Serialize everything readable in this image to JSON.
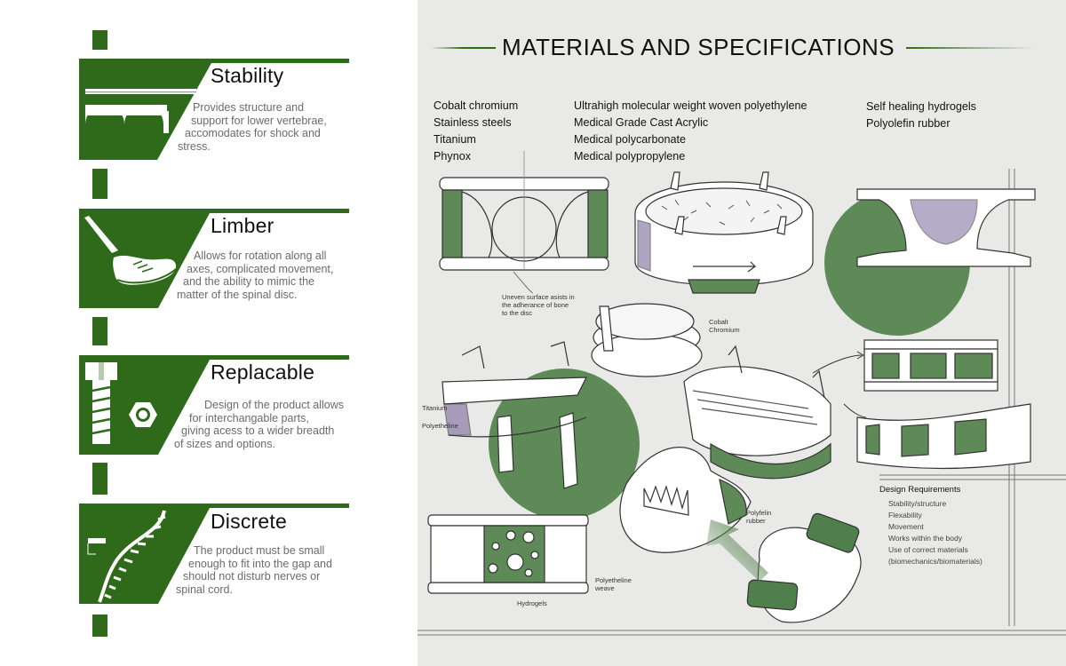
{
  "features": [
    {
      "title": "Stability",
      "lines": [
        "Provides structure and",
        "support for lower vertebrae,",
        "accomodates for shock and",
        "stress."
      ]
    },
    {
      "title": "Limber",
      "lines": [
        "Allows for rotation along all",
        "axes, complicated movement,",
        "and the ability to mimic the",
        "matter of the spinal disc."
      ]
    },
    {
      "title": "Replacable",
      "lines": [
        "Design of the product allows",
        "for interchangable parts,",
        "giving acess to a wider breadth",
        "of sizes and options."
      ]
    },
    {
      "title": "Discrete",
      "lines": [
        "The product must be small",
        "enough to fit into the gap and",
        "should not disturb nerves or",
        "spinal cord."
      ]
    }
  ],
  "header": {
    "title": "MATERIALS AND SPECIFICATIONS"
  },
  "materials": {
    "metals": [
      "Cobalt chromium",
      "Stainless steels",
      "Titanium",
      "Phynox"
    ],
    "polymers": [
      "Ultrahigh molecular weight woven polyethylene",
      "Medical Grade Cast Acrylic",
      "Medical polycarbonate",
      "Medical polypropylene"
    ],
    "soft": [
      "Self healing hydrogels",
      "Polyolefin rubber"
    ]
  },
  "annotations": {
    "uneven": [
      "Uneven surface asists in",
      "the adherance of bone",
      "to the disc"
    ],
    "cobalt": [
      "Cobalt",
      "Chromium"
    ],
    "titanium": "Titanium",
    "polyetheline": "Polyetheline",
    "polyfelin": [
      "Polyfelin",
      "rubber"
    ],
    "hydrogels": "Hydrogels",
    "weave": [
      "Polyetheline",
      "weave"
    ]
  },
  "requirements": {
    "title": "Design Requirements",
    "items": [
      "Stability/structure",
      "Flexability",
      "Movement",
      "Works within the body",
      "Use of correct materials",
      "(biomechanics/biomaterials)"
    ]
  },
  "colors": {
    "brand_green": "#2e6a19",
    "sketch_green": "#5e8a57",
    "panel_bg": "#e9e9e8"
  }
}
